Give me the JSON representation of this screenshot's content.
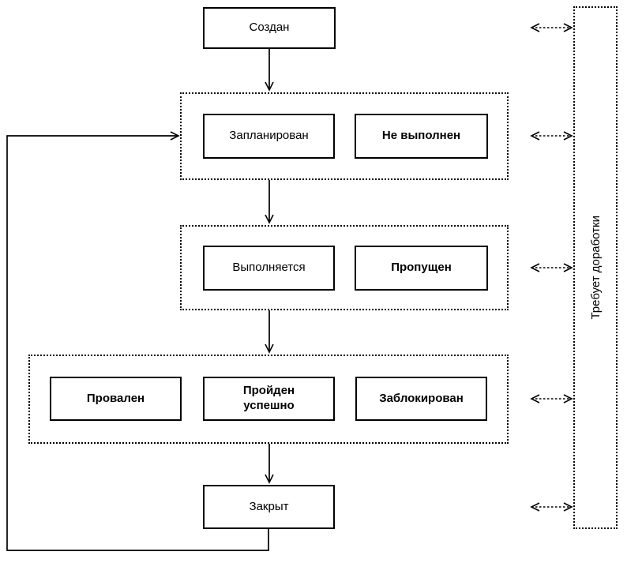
{
  "flowchart": {
    "start": {
      "label": "Создан",
      "bold": false
    },
    "rows": [
      {
        "name": "planned-row",
        "boxes": [
          {
            "label": "Запланирован",
            "bold": false
          },
          {
            "label": "Не выполнен",
            "bold": true
          }
        ]
      },
      {
        "name": "execution-row",
        "boxes": [
          {
            "label": "Выполняется",
            "bold": false
          },
          {
            "label": "Пропущен",
            "bold": true
          }
        ]
      },
      {
        "name": "result-row",
        "boxes": [
          {
            "label": "Провален",
            "bold": true
          },
          {
            "label": "Пройден успешно",
            "bold": true
          },
          {
            "label": "Заблокирован",
            "bold": true
          }
        ]
      }
    ],
    "end": {
      "label": "Закрыт",
      "bold": false
    },
    "side_panel": {
      "label": "Требует доработки"
    },
    "colors": {
      "stroke": "#000000",
      "fill": "#ffffff"
    }
  }
}
